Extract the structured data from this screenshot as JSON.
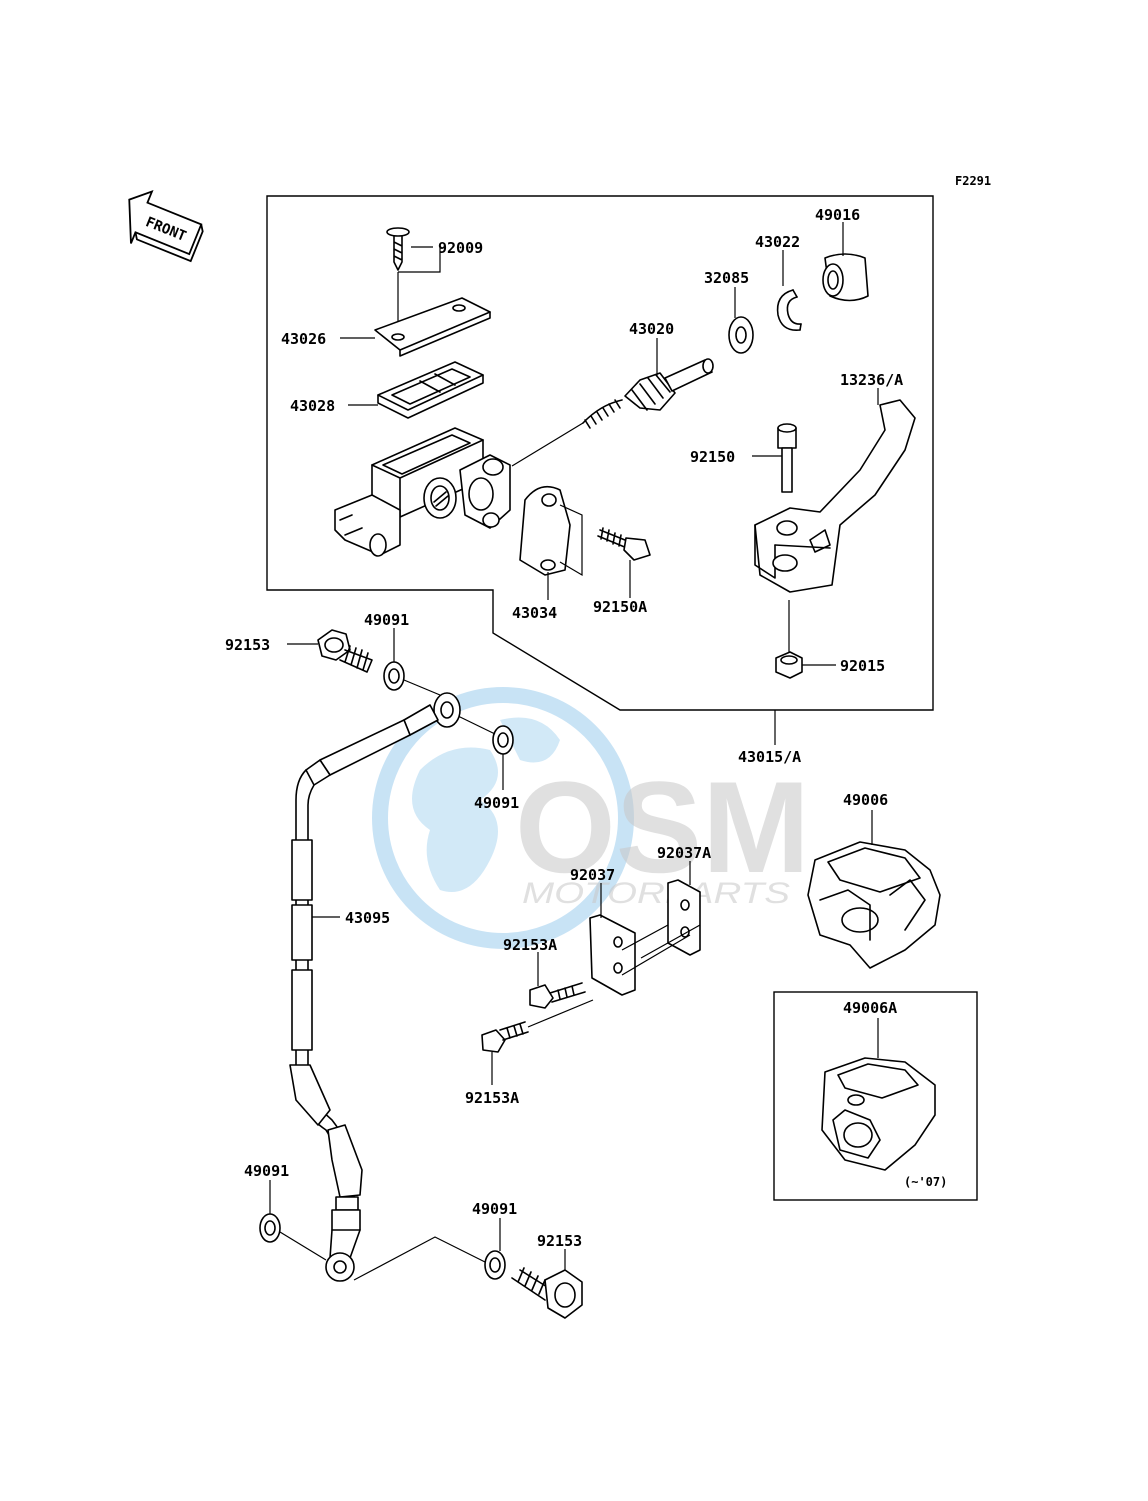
{
  "diagram_code": "F2291",
  "front_label": "FRONT",
  "watermark": {
    "brand": "OSM",
    "sub": "MOTORPARTS",
    "globe_color": "#4aa3df",
    "text_color": "#9a9a9a"
  },
  "labels": {
    "p92009": "92009",
    "p43026": "43026",
    "p43028": "43028",
    "p43020": "43020",
    "p32085": "32085",
    "p43022": "43022",
    "p49016": "49016",
    "p13236A": "13236/A",
    "p92150": "92150",
    "p43034": "43034",
    "p92150A": "92150A",
    "p92015": "92015",
    "p43015A": "43015/A",
    "p92153_top": "92153",
    "p49091_top": "49091",
    "p49091_mid": "49091",
    "p43095": "43095",
    "p92037": "92037",
    "p92037A": "92037A",
    "p92153A_upper": "92153A",
    "p92153A_lower": "92153A",
    "p49006": "49006",
    "p49006A": "49006A",
    "p49006A_note": "(~'07)",
    "p49091_bl": "49091",
    "p49091_br": "49091",
    "p92153_bot": "92153"
  }
}
